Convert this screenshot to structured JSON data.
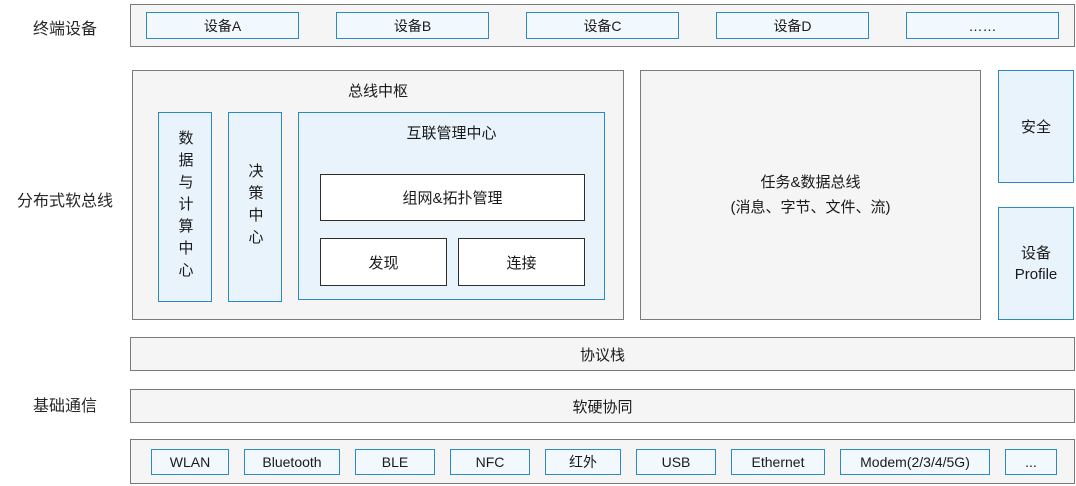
{
  "side_labels": {
    "terminal_devices": "终端设备",
    "distributed_softbus": "分布式软总线",
    "basic_communication": "基础通信"
  },
  "device_row": {
    "items": [
      "设备A",
      "设备B",
      "设备C",
      "设备D",
      "……"
    ]
  },
  "bus_hub": {
    "title": "总线中枢",
    "data_compute_center": "数据与计算中心",
    "decision_center": "决策中心",
    "interconnect_mgmt": {
      "title": "互联管理中心",
      "networking_topology": "组网&拓扑管理",
      "discovery": "发现",
      "connection": "连接"
    }
  },
  "task_data_bus": {
    "line1": "任务&数据总线",
    "line2": "(消息、字节、文件、流)"
  },
  "security": "安全",
  "device_profile": {
    "line1": "设备",
    "line2": "Profile"
  },
  "protocol_stack": "协议栈",
  "hw_sw_synergy": "软硬协同",
  "transport_row": {
    "items": [
      "WLAN",
      "Bluetooth",
      "BLE",
      "NFC",
      "红外",
      "USB",
      "Ethernet",
      "Modem(2/3/4/5G)",
      "..."
    ]
  },
  "colors": {
    "blue_border": "#2b8ac6",
    "blue_panel_fill": "#e9f3fc",
    "blue_box_fill": "#f1f8fe",
    "gray_border": "#7a7a7a",
    "gray_panel_fill": "#f5f5f6",
    "dark_box_border": "#2e2e2e",
    "text": "#1a1a1a"
  }
}
